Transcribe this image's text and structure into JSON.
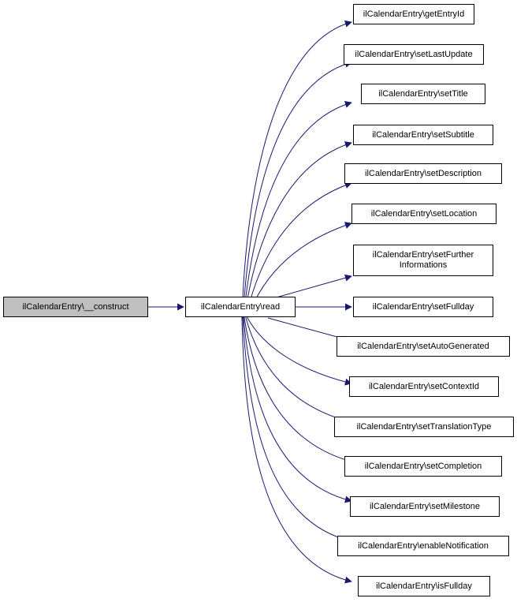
{
  "colors": {
    "edge": "#191970",
    "root_fill": "#bfbfbf",
    "node_fill": "#ffffff",
    "border": "#000000"
  },
  "nodes": {
    "construct": "ilCalendarEntry\\__construct",
    "read": "ilCalendarEntry\\read",
    "getEntryId": "ilCalendarEntry\\getEntryId",
    "setLastUpdate": "ilCalendarEntry\\setLastUpdate",
    "setTitle": "ilCalendarEntry\\setTitle",
    "setSubtitle": "ilCalendarEntry\\setSubtitle",
    "setDescription": "ilCalendarEntry\\setDescription",
    "setLocation": "ilCalendarEntry\\setLocation",
    "setFurtherInformations": "ilCalendarEntry\\setFurther\nInformations",
    "setFullday": "ilCalendarEntry\\setFullday",
    "setAutoGenerated": "ilCalendarEntry\\setAutoGenerated",
    "setContextId": "ilCalendarEntry\\setContextId",
    "setTranslationType": "ilCalendarEntry\\setTranslationType",
    "setCompletion": "ilCalendarEntry\\setCompletion",
    "setMilestone": "ilCalendarEntry\\setMilestone",
    "enableNotification": "ilCalendarEntry\\enableNotification",
    "isFullday": "ilCalendarEntry\\isFullday"
  }
}
